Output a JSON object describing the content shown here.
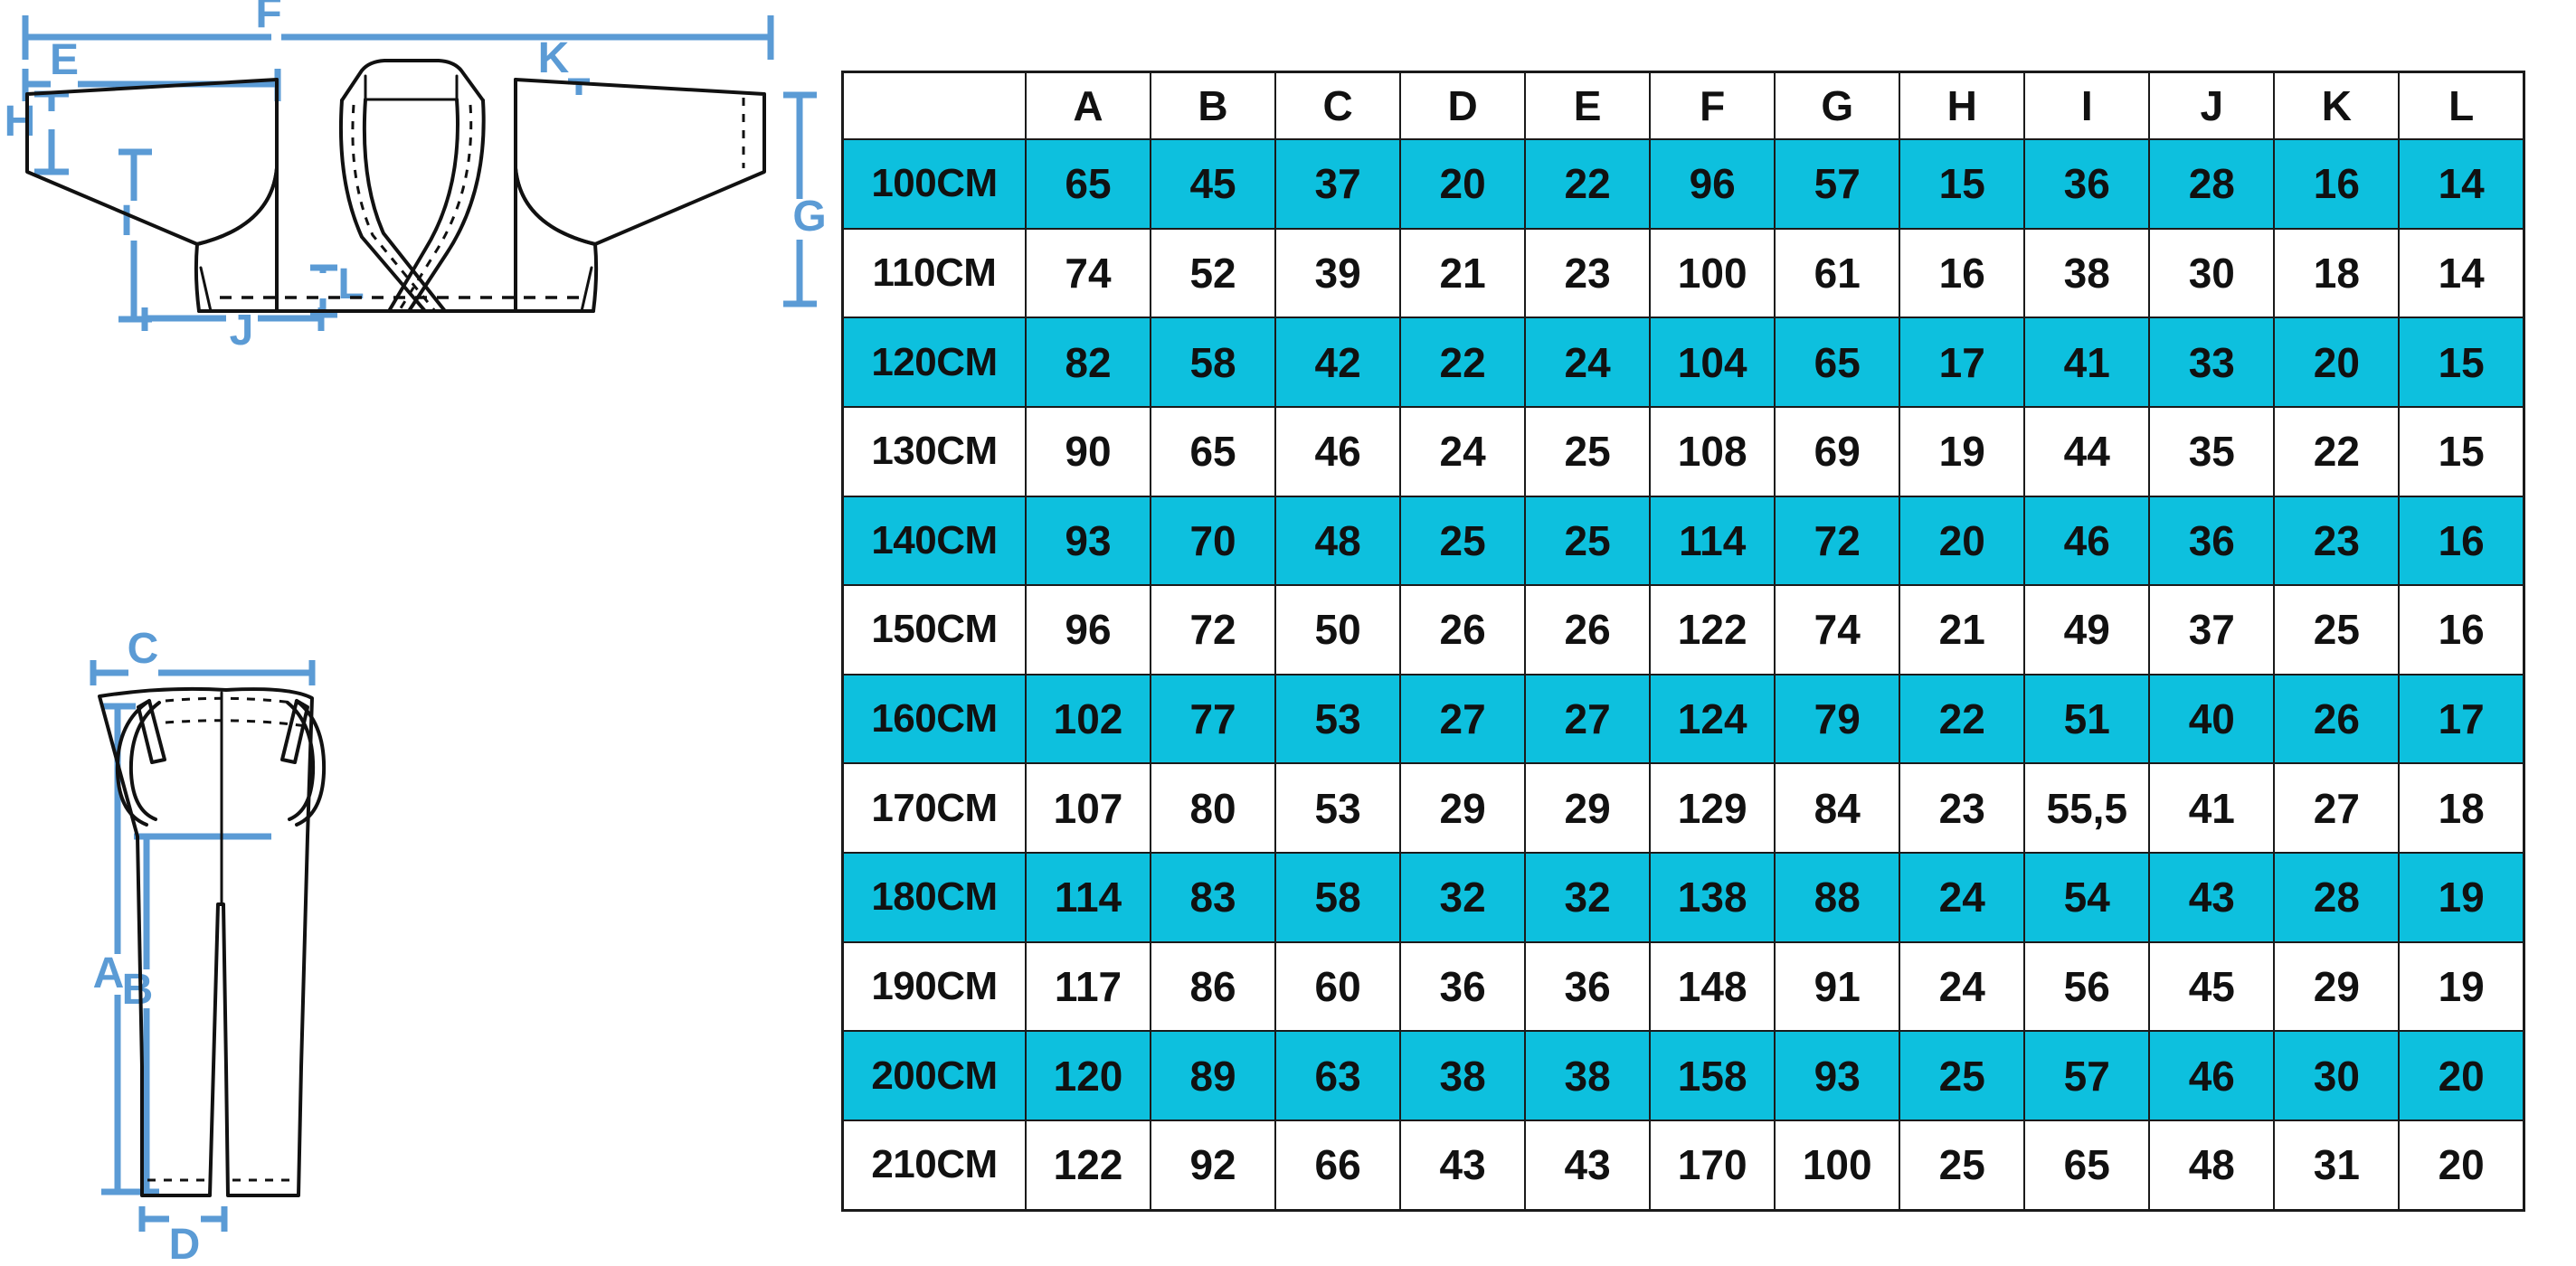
{
  "colors": {
    "band": "#0dc0de",
    "dimension_line": "#5b9bd5",
    "outline": "#111111",
    "background": "#ffffff"
  },
  "diagram": {
    "jacket": {
      "name": "martial-arts-jacket",
      "labels": {
        "F": "F",
        "E": "E",
        "H": "H",
        "K": "K",
        "G": "G",
        "I": "I",
        "J": "J",
        "L": "L"
      }
    },
    "pants": {
      "name": "martial-arts-pants",
      "labels": {
        "C": "C",
        "A": "A",
        "B": "B",
        "D": "D"
      }
    }
  },
  "table": {
    "corner_label": "",
    "columns": [
      "A",
      "B",
      "C",
      "D",
      "E",
      "F",
      "G",
      "H",
      "I",
      "J",
      "K",
      "L"
    ],
    "rows": [
      {
        "size": "100CM",
        "values": [
          "65",
          "45",
          "37",
          "20",
          "22",
          "96",
          "57",
          "15",
          "36",
          "28",
          "16",
          "14"
        ]
      },
      {
        "size": "110CM",
        "values": [
          "74",
          "52",
          "39",
          "21",
          "23",
          "100",
          "61",
          "16",
          "38",
          "30",
          "18",
          "14"
        ]
      },
      {
        "size": "120CM",
        "values": [
          "82",
          "58",
          "42",
          "22",
          "24",
          "104",
          "65",
          "17",
          "41",
          "33",
          "20",
          "15"
        ]
      },
      {
        "size": "130CM",
        "values": [
          "90",
          "65",
          "46",
          "24",
          "25",
          "108",
          "69",
          "19",
          "44",
          "35",
          "22",
          "15"
        ]
      },
      {
        "size": "140CM",
        "values": [
          "93",
          "70",
          "48",
          "25",
          "25",
          "114",
          "72",
          "20",
          "46",
          "36",
          "23",
          "16"
        ]
      },
      {
        "size": "150CM",
        "values": [
          "96",
          "72",
          "50",
          "26",
          "26",
          "122",
          "74",
          "21",
          "49",
          "37",
          "25",
          "16"
        ]
      },
      {
        "size": "160CM",
        "values": [
          "102",
          "77",
          "53",
          "27",
          "27",
          "124",
          "79",
          "22",
          "51",
          "40",
          "26",
          "17"
        ]
      },
      {
        "size": "170CM",
        "values": [
          "107",
          "80",
          "53",
          "29",
          "29",
          "129",
          "84",
          "23",
          "55,5",
          "41",
          "27",
          "18"
        ]
      },
      {
        "size": "180CM",
        "values": [
          "114",
          "83",
          "58",
          "32",
          "32",
          "138",
          "88",
          "24",
          "54",
          "43",
          "28",
          "19"
        ]
      },
      {
        "size": "190CM",
        "values": [
          "117",
          "86",
          "60",
          "36",
          "36",
          "148",
          "91",
          "24",
          "56",
          "45",
          "29",
          "19"
        ]
      },
      {
        "size": "200CM",
        "values": [
          "120",
          "89",
          "63",
          "38",
          "38",
          "158",
          "93",
          "25",
          "57",
          "46",
          "30",
          "20"
        ]
      },
      {
        "size": "210CM",
        "values": [
          "122",
          "92",
          "66",
          "43",
          "43",
          "170",
          "100",
          "25",
          "65",
          "48",
          "31",
          "20"
        ]
      }
    ]
  }
}
